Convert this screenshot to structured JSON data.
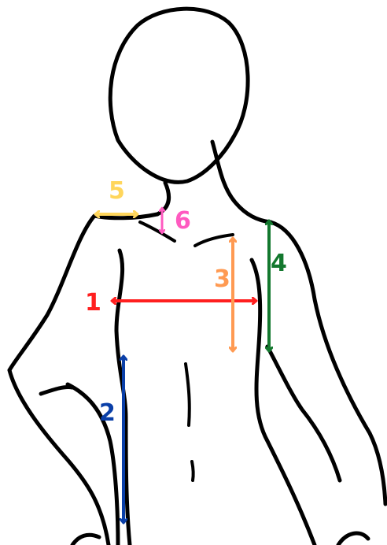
{
  "measurements": [
    {
      "label": "1",
      "color": "#ff1f1f"
    },
    {
      "label": "2",
      "color": "#0a3fa8"
    },
    {
      "label": "3",
      "color": "#ff9a52"
    },
    {
      "label": "4",
      "color": "#13782e"
    },
    {
      "label": "5",
      "color": "#ffd65c"
    },
    {
      "label": "6",
      "color": "#ff5ac0"
    }
  ]
}
